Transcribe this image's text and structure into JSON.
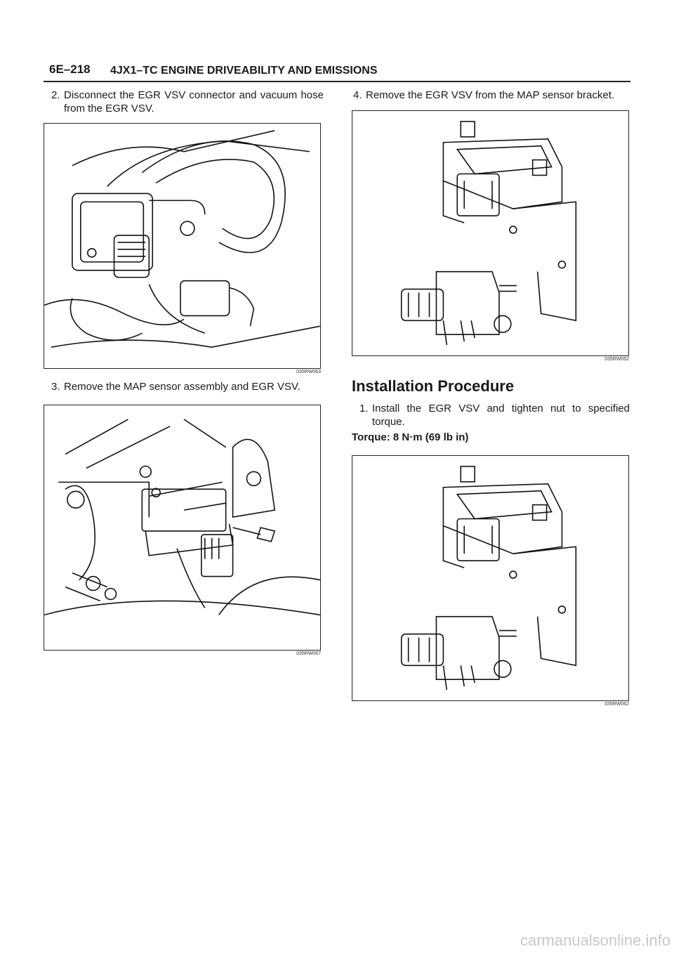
{
  "header": {
    "page_number": "6E–218",
    "title": "4JX1–TC ENGINE DRIVEABILITY AND EMISSIONS"
  },
  "left_column": {
    "step2": {
      "number": "2.",
      "text": "Disconnect the EGR VSV connector and vacuum hose from the EGR VSV."
    },
    "figure1_id": "035RW063",
    "step3": {
      "number": "3.",
      "text": "Remove the MAP sensor assembly and EGR VSV."
    },
    "figure2_id": "035RW067"
  },
  "right_column": {
    "step4": {
      "number": "4.",
      "text": "Remove the EGR VSV from the MAP sensor bracket."
    },
    "figure3_id": "035RW062",
    "section_heading": "Installation Procedure",
    "step1": {
      "number": "1.",
      "text": "Install the EGR VSV and tighten nut to specified torque."
    },
    "torque": "Torque: 8 N·m (69 lb in)",
    "figure4_id": "035RW062"
  },
  "footer": {
    "watermark": "carmanualsonline.info"
  }
}
